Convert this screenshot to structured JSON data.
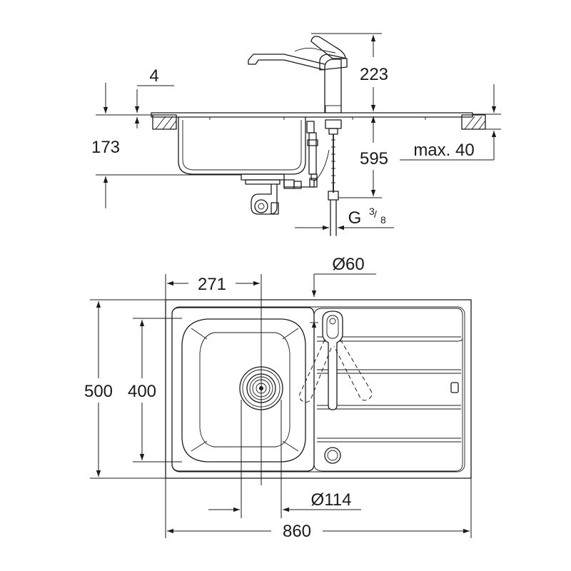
{
  "side_view": {
    "dim_4": "4",
    "dim_173": "173",
    "dim_223": "223",
    "dim_595": "595",
    "dim_max40": "max. 40",
    "thread_g": "G",
    "thread_num": "3",
    "thread_den": "8"
  },
  "top_view": {
    "dim_271": "271",
    "dim_phi60": "Ø60",
    "dim_500": "500",
    "dim_400": "400",
    "dim_phi114": "Ø114",
    "dim_860": "860"
  }
}
